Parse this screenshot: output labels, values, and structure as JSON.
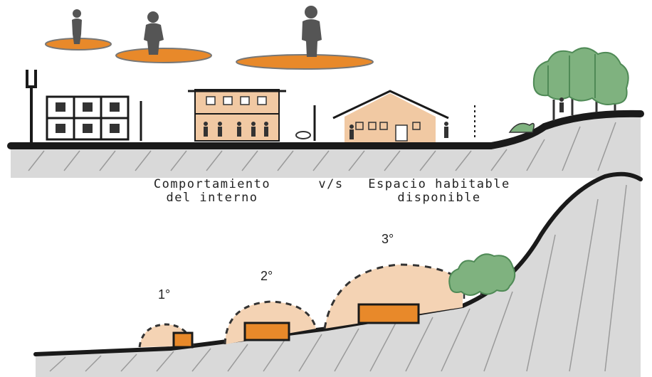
{
  "caption": {
    "left_line1": "Comportamiento",
    "left_line2": "del interno",
    "middle": "v/s",
    "right_line1": "Espacio habitable",
    "right_line2": "disponible"
  },
  "levels": {
    "first": "1°",
    "second": "2°",
    "third": "3°"
  },
  "colors": {
    "ground_line": "#1a1a1a",
    "ground_fill": "#d9d9d9",
    "hatch": "#9a9a9a",
    "aura": "#f4d3b4",
    "orange": "#e8892a",
    "building_tan": "#f1c9a3",
    "tree_green": "#7fb27f",
    "tree_dark": "#4f8a56",
    "figure_gray": "#555555"
  }
}
